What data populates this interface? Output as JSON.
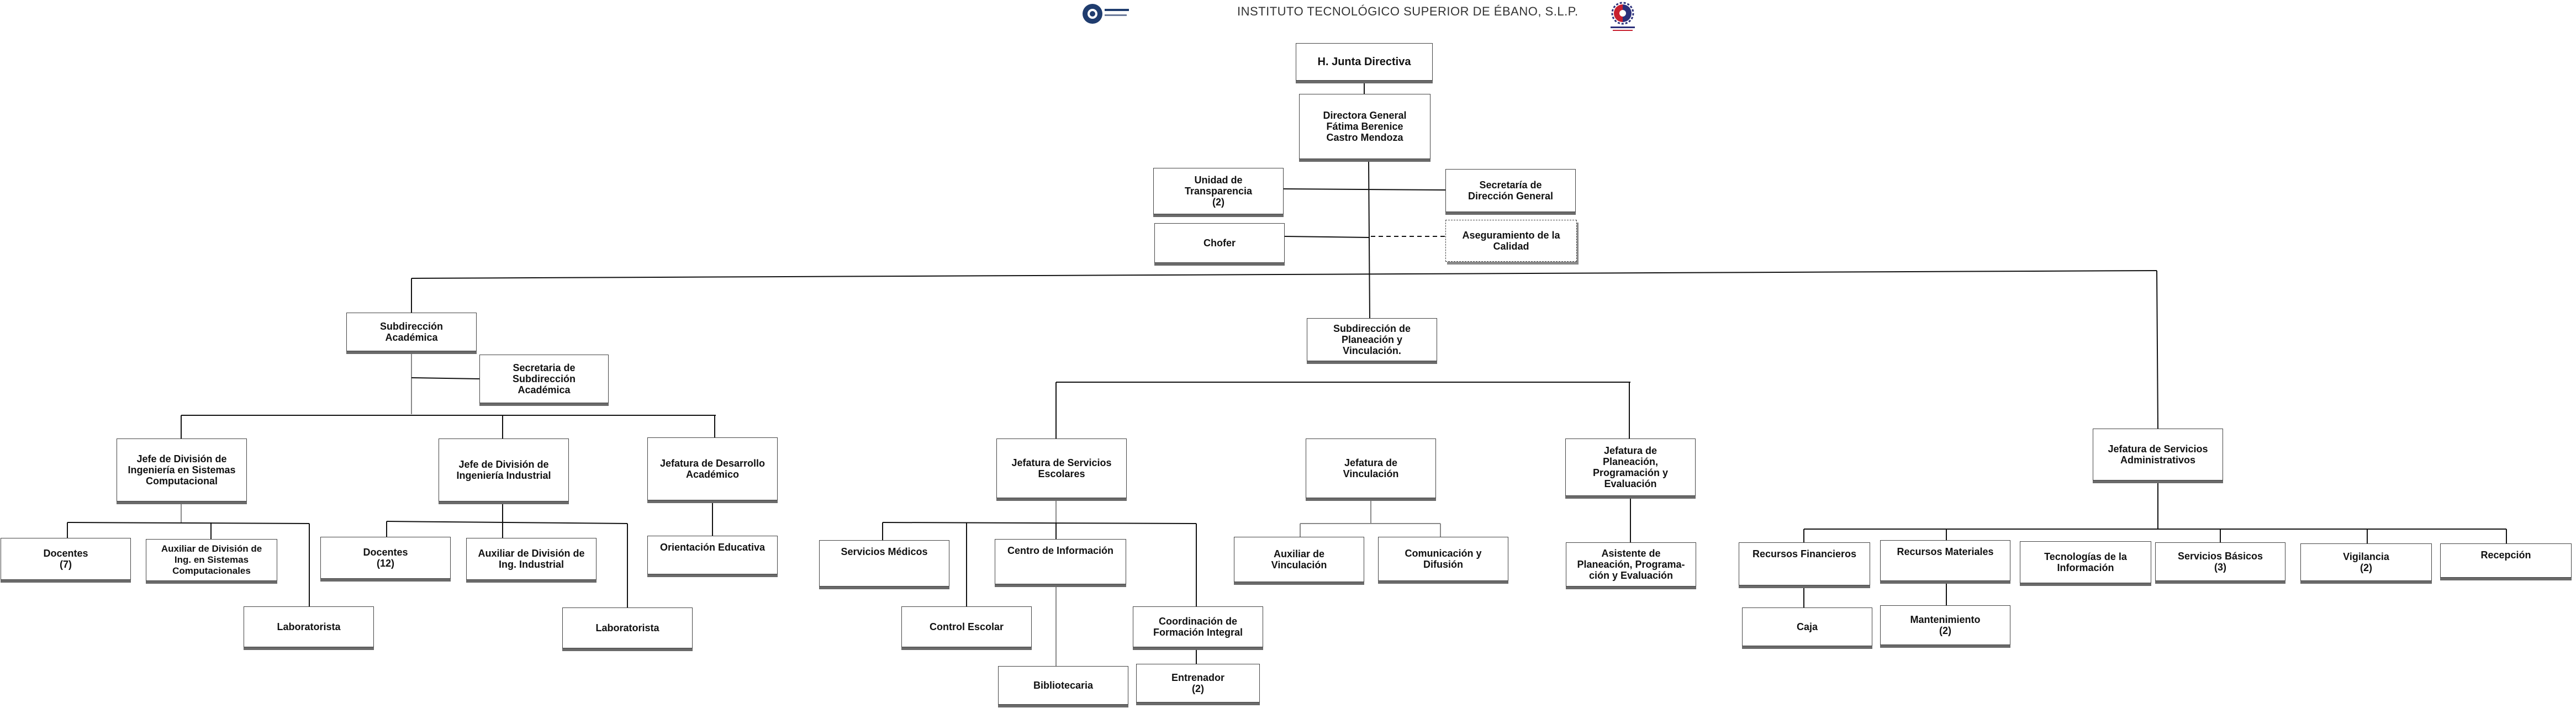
{
  "header": {
    "title": "INSTITUTO TECNOLÓGICO SUPERIOR DE ÉBANO, S.L.P."
  },
  "org": {
    "junta": "H. Junta Directiva",
    "directora": "Directora General\nFátima Berenice\nCastro Mendoza",
    "transparencia": "Unidad de\nTransparencia\n(2)",
    "secretaria_dg": "Secretaría de\nDirección General",
    "chofer": "Chofer",
    "calidad": "Aseguramiento de la\nCalidad",
    "sub_academica": "Subdirección\nAcadémica",
    "secretaria_sub": "Secretaria de\nSubdirección\nAcadémica",
    "sub_planeacion": "Subdirección de\nPlaneación y\nVinculación.",
    "jef_admin": "Jefatura de Servicios\nAdministrativos",
    "div_sistemas": "Jefe de División de\nIngeniería en Sistemas\nComputacional",
    "div_industrial": "Jefe de División de\nIngeniería Industrial",
    "desarrollo_acad": "Jefatura de Desarrollo\nAcadémico",
    "docentes_7": "Docentes\n(7)",
    "aux_sistemas": "Auxiliar de División de\nIng. en Sistemas\nComputacionales",
    "lab_1": "Laboratorista",
    "docentes_12": "Docentes\n(12)",
    "aux_industrial": "Auxiliar de División de\nIng. Industrial",
    "lab_2": "Laboratorista",
    "orientacion": "Orientación Educativa",
    "serv_escolares": "Jefatura de Servicios\nEscolares",
    "vinculacion": "Jefatura de\nVinculación",
    "jef_planeacion": "Jefatura de\nPlaneación,\nProgramación y\nEvaluación",
    "serv_medicos": "Servicios Médicos",
    "centro_info": "Centro de Información",
    "control_escolar": "Control Escolar",
    "biblioteca": "Bibliotecaria",
    "formacion": "Coordinación de\nFormación Integral",
    "entrenador": "Entrenador\n(2)",
    "aux_vinculacion": "Auxiliar de\nVinculación",
    "comunicacion": "Comunicación y\nDifusión",
    "asistente_plan": "Asistente de\nPlaneación, Programa-\nción y Evaluación",
    "rec_financieros": "Recursos Financieros",
    "rec_materiales": "Recursos Materiales",
    "tecnologias": "Tecnologías de la\nInformación",
    "serv_basicos": "Servicios Básicos\n(3)",
    "vigilancia": "Vigilancia\n(2)",
    "recepcion": "Recepción",
    "caja": "Caja",
    "mantenimiento": "Mantenimiento\n(2)"
  },
  "colors": {
    "line": "#111111",
    "box_border": "#444444",
    "shadow": "#6a6a6a",
    "logo_blue": "#1f3c6e",
    "logo_red": "#c8202f",
    "logo_navy": "#2b2f7a"
  }
}
